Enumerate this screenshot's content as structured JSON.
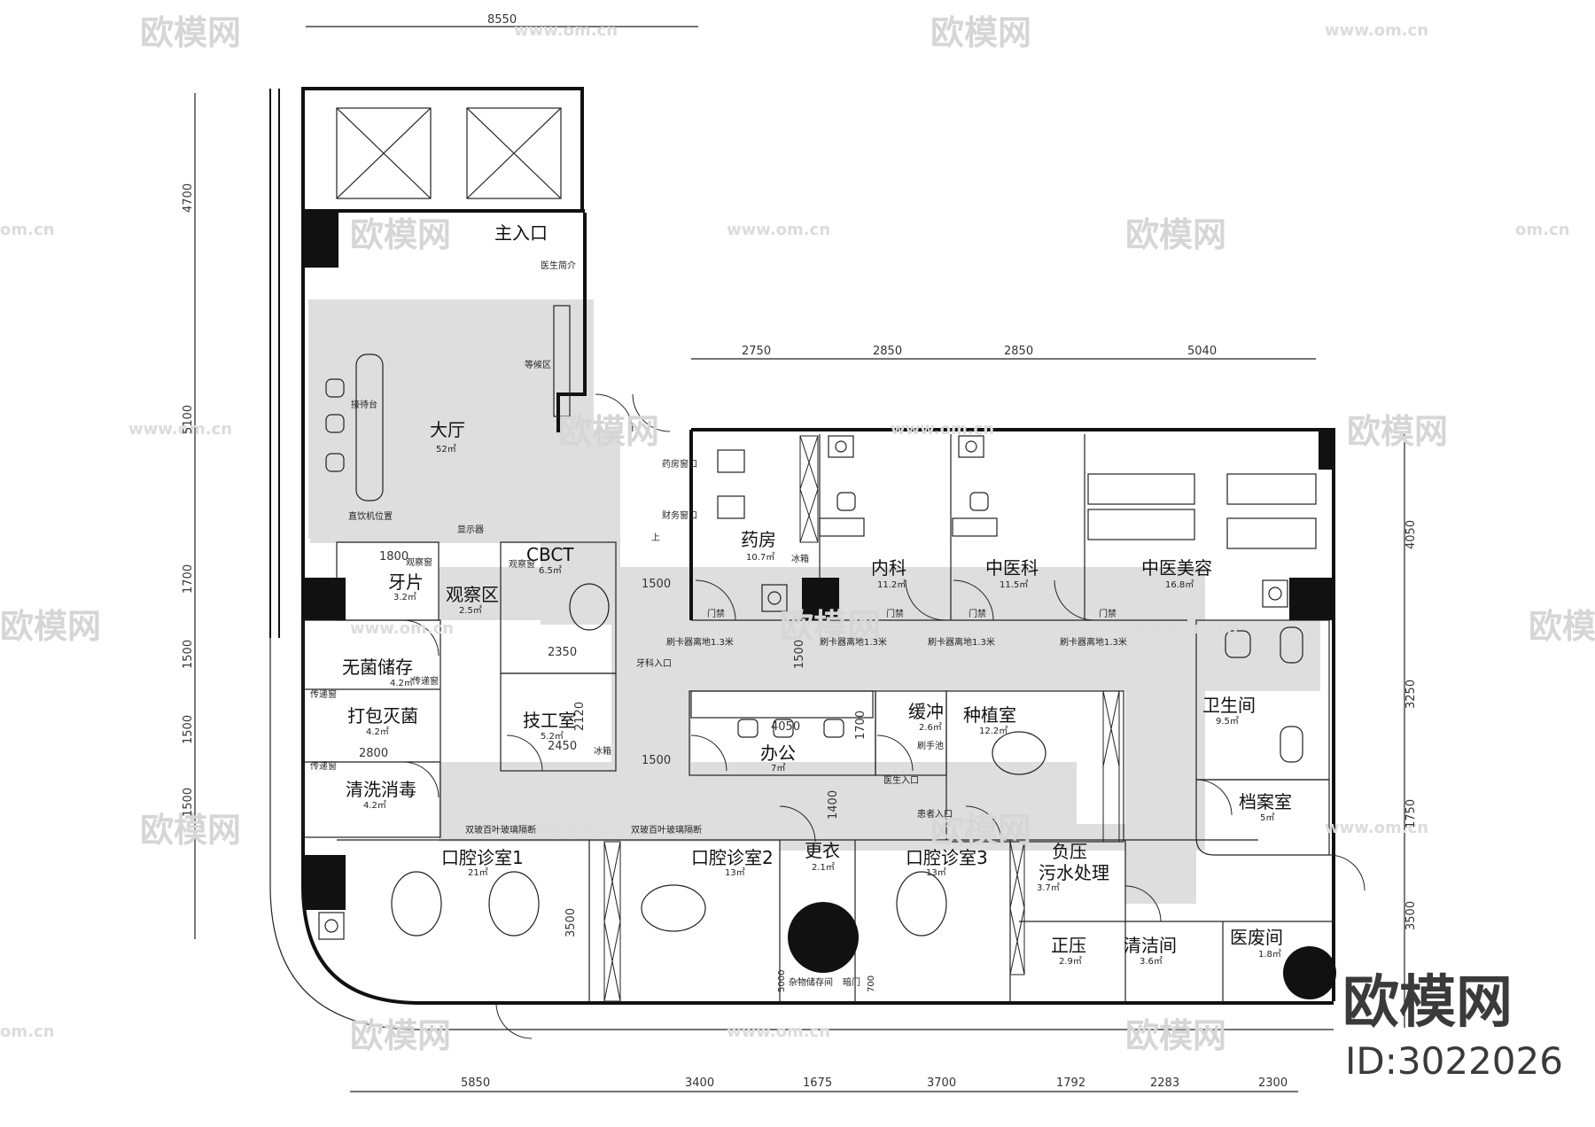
{
  "dimensions": {
    "top": "8550",
    "upper_row": [
      "2750",
      "2850",
      "2850",
      "5040"
    ],
    "bottom_row": [
      "5850",
      "3400",
      "1675",
      "3700",
      "1792",
      "2283",
      "2300"
    ],
    "left_col": [
      "4700",
      "5100",
      "1700",
      "1500",
      "1500",
      "1500"
    ],
    "right_col": [
      "4050",
      "3250",
      "1750",
      "3500"
    ],
    "inner": [
      "1800",
      "2350",
      "1500",
      "2120",
      "2450",
      "1500",
      "2800",
      "4050",
      "1700",
      "1500",
      "1400",
      "3500"
    ]
  },
  "rooms": {
    "main_entrance": "主入口",
    "hall": {
      "name": "大厅",
      "area": "52㎡"
    },
    "pharmacy": {
      "name": "药房",
      "area": "10.7㎡"
    },
    "internal": {
      "name": "内科",
      "area": "11.2㎡"
    },
    "tcm": {
      "name": "中医科",
      "area": "11.5㎡"
    },
    "tcm_beauty": {
      "name": "中医美容",
      "area": "16.8㎡"
    },
    "xray": {
      "name": "牙片",
      "area": "3.2㎡"
    },
    "observe": {
      "name": "观察区",
      "area": "2.5㎡"
    },
    "cbct": {
      "name": "CBCT",
      "area": "6.5㎡"
    },
    "sterile": {
      "name": "无菌储存",
      "area": "4.2㎡"
    },
    "pack": {
      "name": "打包灭菌",
      "area": "4.2㎡"
    },
    "wash": {
      "name": "清洗消毒",
      "area": "4.2㎡"
    },
    "lab": {
      "name": "技工室",
      "area": "5.2㎡"
    },
    "office": {
      "name": "办公",
      "area": "7㎡"
    },
    "buffer": {
      "name": "缓冲",
      "area": "2.6㎡"
    },
    "implant": {
      "name": "种植室",
      "area": "12.2㎡"
    },
    "toilet": {
      "name": "卫生间",
      "area": "9.5㎡"
    },
    "archive": {
      "name": "档案室",
      "area": "5㎡"
    },
    "oral1": {
      "name": "口腔诊室1",
      "area": "21㎡"
    },
    "oral2": {
      "name": "口腔诊室2",
      "area": "13㎡"
    },
    "change": {
      "name": "更衣",
      "area": "2.1㎡"
    },
    "oral3": {
      "name": "口腔诊室3",
      "area": "13㎡"
    },
    "sewage": {
      "name": "负压污水处理",
      "name1": "负压",
      "name2": "污水处理",
      "area": "3.7㎡"
    },
    "positive": {
      "name": "正压",
      "area": "2.9㎡"
    },
    "cleaning": {
      "name": "清洁间",
      "area": "3.6㎡"
    },
    "waste": {
      "name": "医废间",
      "area": "1.8㎡"
    }
  },
  "notes": {
    "doctor_intro": "医生简介",
    "waiting": "等候区",
    "reception": "接待台",
    "water": "直饮机位置",
    "display": "显示器",
    "pharmacy_window": "药房窗口",
    "finance_window": "财务窗口",
    "up": "上",
    "observe_window1": "观察窗",
    "observe_window2": "观察窗",
    "fridge1": "冰箱",
    "fridge2": "冰箱",
    "access1": "门禁",
    "access2": "门禁",
    "access3": "门禁",
    "access4": "门禁",
    "card1": "刷卡器离地1.3米",
    "card2": "刷卡器离地1.3米",
    "card3": "刷卡器离地1.3米",
    "card4": "刷卡器离地1.3米",
    "pass1": "传递窗",
    "pass2": "传递窗",
    "pass3": "传递窗",
    "dental_entrance": "牙科入口",
    "hand_wash": "刷手池",
    "doctor_entrance": "医生入口",
    "patient_entrance": "患者入口",
    "glass1": "双玻百叶玻璃隔断",
    "glass2": "双玻百叶玻璃隔断",
    "storage": "杂物储存间",
    "dark_door": "暗门",
    "dim_5000": "5000",
    "dim_700": "700"
  },
  "watermark": {
    "brand": "欧模网",
    "url": "www.om.cn",
    "url_fragment": "om.cn",
    "brand_fragment": "欧模网"
  },
  "badge": {
    "brand": "欧模网",
    "id": "ID:3022026"
  },
  "colors": {
    "floor": "#dedede",
    "wall": "#111111",
    "watermark": "#d6d6d6"
  }
}
